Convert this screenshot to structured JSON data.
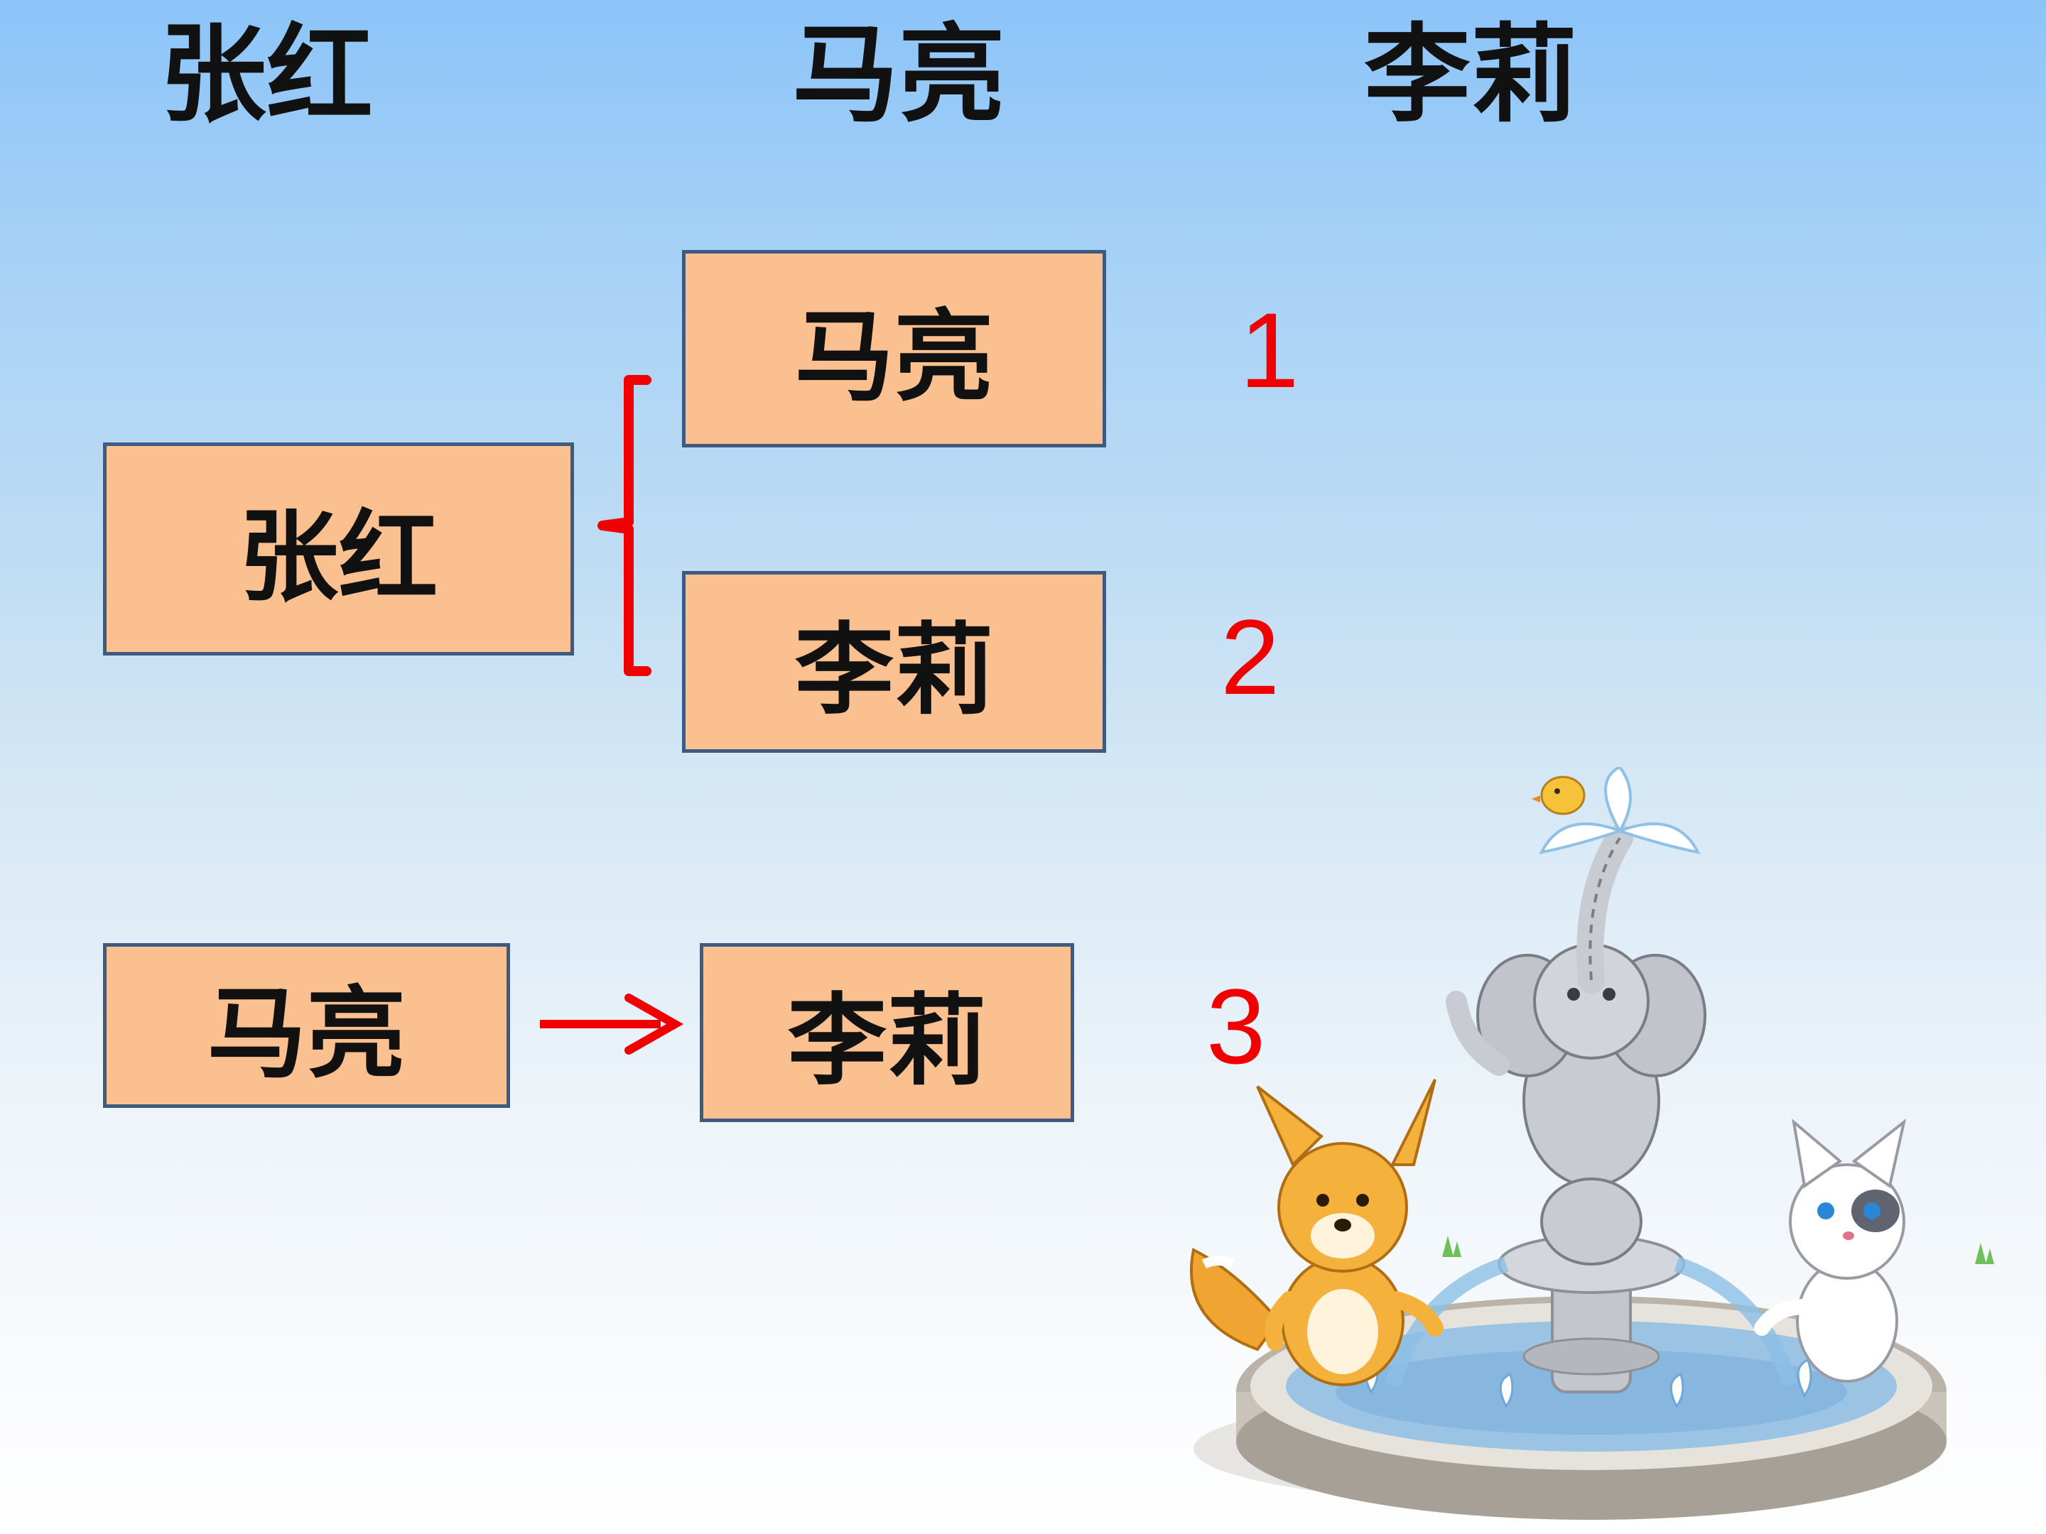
{
  "header": {
    "names": [
      "张红",
      "马亮",
      "李莉"
    ]
  },
  "diagram": {
    "group_a": {
      "source": "张红",
      "targets": [
        "马亮",
        "李莉"
      ],
      "numbers": [
        "1",
        "2"
      ]
    },
    "group_b": {
      "source": "马亮",
      "target": "李莉",
      "number": "3"
    }
  },
  "colors": {
    "box_fill": "#fac08f",
    "box_border": "#3d5a80",
    "connector": "#f00000",
    "number": "#f00000"
  },
  "decoration": {
    "icons": [
      "fountain-illustration",
      "elephant-icon",
      "fox-icon",
      "cat-icon",
      "chick-icon"
    ]
  }
}
